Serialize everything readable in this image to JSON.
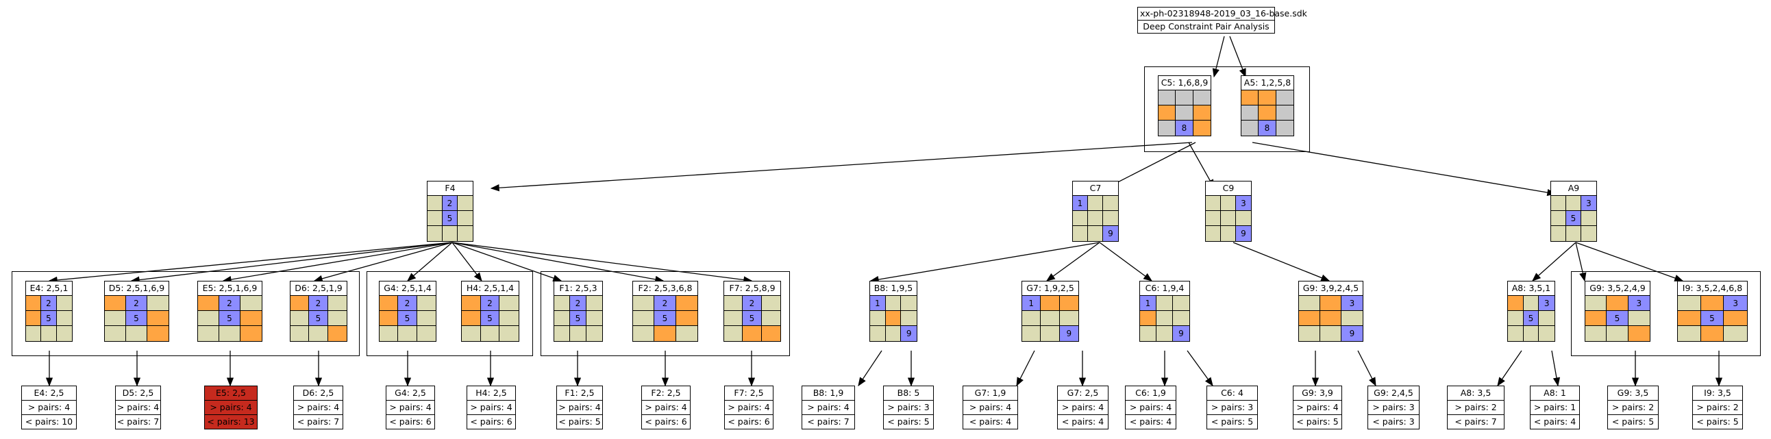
{
  "header": {
    "file": "xx-ph-02318948-2019_03_16-base.sdk",
    "subtitle": "Deep Constraint Pair Analysis"
  },
  "colors": {
    "d": "#dcdcb4",
    "o": "#ffa542",
    "b": "#8c8cff",
    "g": "#c8c8c8",
    "red": "#c62a1e"
  },
  "nodes": {
    "C5": {
      "title": "C5: 1,6,8,9",
      "cells": [
        [
          "g",
          ""
        ],
        [
          "g",
          ""
        ],
        [
          "g",
          ""
        ],
        [
          "o",
          ""
        ],
        [
          "g",
          ""
        ],
        [
          "o",
          ""
        ],
        [
          "g",
          ""
        ],
        [
          "b",
          "8"
        ],
        [
          "o",
          ""
        ]
      ]
    },
    "A5": {
      "title": "A5: 1,2,5,8",
      "cells": [
        [
          "o",
          ""
        ],
        [
          "o",
          ""
        ],
        [
          "g",
          ""
        ],
        [
          "g",
          ""
        ],
        [
          "o",
          ""
        ],
        [
          "g",
          ""
        ],
        [
          "g",
          ""
        ],
        [
          "b",
          "8"
        ],
        [
          "g",
          ""
        ]
      ]
    },
    "F4": {
      "title": "F4",
      "cells": [
        [
          "d",
          ""
        ],
        [
          "b",
          "2"
        ],
        [
          "d",
          ""
        ],
        [
          "d",
          ""
        ],
        [
          "b",
          "5"
        ],
        [
          "d",
          ""
        ],
        [
          "d",
          ""
        ],
        [
          "d",
          ""
        ],
        [
          "d",
          ""
        ]
      ]
    },
    "C7": {
      "title": "C7",
      "cells": [
        [
          "b",
          "1"
        ],
        [
          "d",
          ""
        ],
        [
          "d",
          ""
        ],
        [
          "d",
          ""
        ],
        [
          "d",
          ""
        ],
        [
          "d",
          ""
        ],
        [
          "d",
          ""
        ],
        [
          "d",
          ""
        ],
        [
          "b",
          "9"
        ]
      ]
    },
    "C9": {
      "title": "C9",
      "cells": [
        [
          "d",
          ""
        ],
        [
          "d",
          ""
        ],
        [
          "b",
          "3"
        ],
        [
          "d",
          ""
        ],
        [
          "d",
          ""
        ],
        [
          "d",
          ""
        ],
        [
          "d",
          ""
        ],
        [
          "d",
          ""
        ],
        [
          "b",
          "9"
        ]
      ]
    },
    "A9": {
      "title": "A9",
      "cells": [
        [
          "d",
          ""
        ],
        [
          "d",
          ""
        ],
        [
          "b",
          "3"
        ],
        [
          "d",
          ""
        ],
        [
          "b",
          "5"
        ],
        [
          "d",
          ""
        ],
        [
          "d",
          ""
        ],
        [
          "d",
          ""
        ],
        [
          "d",
          ""
        ]
      ]
    },
    "E4": {
      "title": "E4: 2,5,1",
      "cells": [
        [
          "o",
          ""
        ],
        [
          "b",
          "2"
        ],
        [
          "d",
          ""
        ],
        [
          "o",
          ""
        ],
        [
          "b",
          "5"
        ],
        [
          "d",
          ""
        ],
        [
          "d",
          ""
        ],
        [
          "d",
          ""
        ],
        [
          "d",
          ""
        ]
      ]
    },
    "D5": {
      "title": "D5: 2,5,1,6,9",
      "cells": [
        [
          "o",
          ""
        ],
        [
          "b",
          "2"
        ],
        [
          "d",
          ""
        ],
        [
          "d",
          ""
        ],
        [
          "b",
          "5"
        ],
        [
          "o",
          ""
        ],
        [
          "d",
          ""
        ],
        [
          "d",
          ""
        ],
        [
          "o",
          ""
        ]
      ]
    },
    "E5": {
      "title": "E5: 2,5,1,6,9",
      "cells": [
        [
          "o",
          ""
        ],
        [
          "b",
          "2"
        ],
        [
          "d",
          ""
        ],
        [
          "d",
          ""
        ],
        [
          "b",
          "5"
        ],
        [
          "o",
          ""
        ],
        [
          "d",
          ""
        ],
        [
          "d",
          ""
        ],
        [
          "o",
          ""
        ]
      ]
    },
    "D6": {
      "title": "D6: 2,5,1,9",
      "cells": [
        [
          "o",
          ""
        ],
        [
          "b",
          "2"
        ],
        [
          "d",
          ""
        ],
        [
          "d",
          ""
        ],
        [
          "b",
          "5"
        ],
        [
          "d",
          ""
        ],
        [
          "d",
          ""
        ],
        [
          "d",
          ""
        ],
        [
          "o",
          ""
        ]
      ]
    },
    "G4": {
      "title": "G4: 2,5,1,4",
      "cells": [
        [
          "o",
          ""
        ],
        [
          "b",
          "2"
        ],
        [
          "d",
          ""
        ],
        [
          "o",
          ""
        ],
        [
          "b",
          "5"
        ],
        [
          "d",
          ""
        ],
        [
          "d",
          ""
        ],
        [
          "d",
          ""
        ],
        [
          "d",
          ""
        ]
      ]
    },
    "H4": {
      "title": "H4: 2,5,1,4",
      "cells": [
        [
          "o",
          ""
        ],
        [
          "b",
          "2"
        ],
        [
          "d",
          ""
        ],
        [
          "o",
          ""
        ],
        [
          "b",
          "5"
        ],
        [
          "d",
          ""
        ],
        [
          "d",
          ""
        ],
        [
          "d",
          ""
        ],
        [
          "d",
          ""
        ]
      ]
    },
    "F1": {
      "title": "F1: 2,5,3",
      "cells": [
        [
          "d",
          ""
        ],
        [
          "b",
          "2"
        ],
        [
          "d",
          ""
        ],
        [
          "d",
          ""
        ],
        [
          "b",
          "5"
        ],
        [
          "d",
          ""
        ],
        [
          "d",
          ""
        ],
        [
          "d",
          ""
        ],
        [
          "d",
          ""
        ]
      ]
    },
    "F2": {
      "title": "F2: 2,5,3,6,8",
      "cells": [
        [
          "d",
          ""
        ],
        [
          "b",
          "2"
        ],
        [
          "o",
          ""
        ],
        [
          "d",
          ""
        ],
        [
          "b",
          "5"
        ],
        [
          "o",
          ""
        ],
        [
          "d",
          ""
        ],
        [
          "o",
          ""
        ],
        [
          "d",
          ""
        ]
      ]
    },
    "F7": {
      "title": "F7: 2,5,8,9",
      "cells": [
        [
          "d",
          ""
        ],
        [
          "b",
          "2"
        ],
        [
          "d",
          ""
        ],
        [
          "d",
          ""
        ],
        [
          "b",
          "5"
        ],
        [
          "d",
          ""
        ],
        [
          "d",
          ""
        ],
        [
          "o",
          ""
        ],
        [
          "o",
          ""
        ]
      ]
    },
    "B8": {
      "title": "B8: 1,9,5",
      "cells": [
        [
          "b",
          "1"
        ],
        [
          "d",
          ""
        ],
        [
          "d",
          ""
        ],
        [
          "d",
          ""
        ],
        [
          "o",
          ""
        ],
        [
          "d",
          ""
        ],
        [
          "d",
          ""
        ],
        [
          "d",
          ""
        ],
        [
          "b",
          "9"
        ]
      ]
    },
    "G7": {
      "title": "G7: 1,9,2,5",
      "cells": [
        [
          "b",
          "1"
        ],
        [
          "o",
          ""
        ],
        [
          "o",
          ""
        ],
        [
          "d",
          ""
        ],
        [
          "d",
          ""
        ],
        [
          "d",
          ""
        ],
        [
          "d",
          ""
        ],
        [
          "d",
          ""
        ],
        [
          "b",
          "9"
        ]
      ]
    },
    "C6": {
      "title": "C6: 1,9,4",
      "cells": [
        [
          "b",
          "1"
        ],
        [
          "d",
          ""
        ],
        [
          "d",
          ""
        ],
        [
          "o",
          ""
        ],
        [
          "d",
          ""
        ],
        [
          "d",
          ""
        ],
        [
          "d",
          ""
        ],
        [
          "d",
          ""
        ],
        [
          "b",
          "9"
        ]
      ]
    },
    "G9": {
      "title": "G9: 3,9,2,4,5",
      "cells": [
        [
          "d",
          ""
        ],
        [
          "o",
          ""
        ],
        [
          "b",
          "3"
        ],
        [
          "o",
          ""
        ],
        [
          "o",
          ""
        ],
        [
          "d",
          ""
        ],
        [
          "d",
          ""
        ],
        [
          "d",
          ""
        ],
        [
          "b",
          "9"
        ]
      ]
    },
    "A8": {
      "title": "A8: 3,5,1",
      "cells": [
        [
          "o",
          ""
        ],
        [
          "d",
          ""
        ],
        [
          "b",
          "3"
        ],
        [
          "d",
          ""
        ],
        [
          "b",
          "5"
        ],
        [
          "d",
          ""
        ],
        [
          "d",
          ""
        ],
        [
          "d",
          ""
        ],
        [
          "d",
          ""
        ]
      ]
    },
    "G9b": {
      "title": "G9: 3,5,2,4,9",
      "cells": [
        [
          "d",
          ""
        ],
        [
          "o",
          ""
        ],
        [
          "b",
          "3"
        ],
        [
          "o",
          ""
        ],
        [
          "b",
          "5"
        ],
        [
          "d",
          ""
        ],
        [
          "d",
          ""
        ],
        [
          "d",
          ""
        ],
        [
          "o",
          ""
        ]
      ]
    },
    "I9": {
      "title": "I9: 3,5,2,4,6,8",
      "cells": [
        [
          "d",
          ""
        ],
        [
          "o",
          ""
        ],
        [
          "b",
          "3"
        ],
        [
          "o",
          ""
        ],
        [
          "b",
          "5"
        ],
        [
          "o",
          ""
        ],
        [
          "d",
          ""
        ],
        [
          "o",
          ""
        ],
        [
          "d",
          ""
        ]
      ]
    }
  },
  "leaves": {
    "E4": [
      "E4: 2,5",
      "> pairs: 4",
      "< pairs: 10"
    ],
    "D5": [
      "D5: 2,5",
      "> pairs: 4",
      "< pairs: 7"
    ],
    "E5": [
      "E5: 2,5",
      "> pairs: 4",
      "< pairs: 13"
    ],
    "D6": [
      "D6: 2,5",
      "> pairs: 4",
      "< pairs: 7"
    ],
    "G4": [
      "G4: 2,5",
      "> pairs: 4",
      "< pairs: 6"
    ],
    "H4": [
      "H4: 2,5",
      "> pairs: 4",
      "< pairs: 6"
    ],
    "F1": [
      "F1: 2,5",
      "> pairs: 4",
      "< pairs: 5"
    ],
    "F2": [
      "F2: 2,5",
      "> pairs: 4",
      "< pairs: 6"
    ],
    "F7": [
      "F7: 2,5",
      "> pairs: 4",
      "< pairs: 6"
    ],
    "B8a": [
      "B8: 1,9",
      "> pairs: 4",
      "< pairs: 7"
    ],
    "B8b": [
      "B8: 5",
      "> pairs: 3",
      "< pairs: 5"
    ],
    "G7a": [
      "G7: 1,9",
      "> pairs: 4",
      "< pairs: 4"
    ],
    "G7b": [
      "G7: 2,5",
      "> pairs: 4",
      "< pairs: 4"
    ],
    "C6a": [
      "C6: 1,9",
      "> pairs: 4",
      "< pairs: 4"
    ],
    "C6b": [
      "C6: 4",
      "> pairs: 3",
      "< pairs: 5"
    ],
    "G9a": [
      "G9: 3,9",
      "> pairs: 4",
      "< pairs: 5"
    ],
    "G9c": [
      "G9: 2,4,5",
      "> pairs: 3",
      "< pairs: 3"
    ],
    "A8a": [
      "A8: 3,5",
      "> pairs: 2",
      "< pairs: 7"
    ],
    "A8b": [
      "A8: 1",
      "> pairs: 1",
      "< pairs: 4"
    ],
    "G9d": [
      "G9: 3,5",
      "> pairs: 2",
      "< pairs: 5"
    ],
    "I9": [
      "I9: 3,5",
      "> pairs: 2",
      "< pairs: 5"
    ]
  }
}
